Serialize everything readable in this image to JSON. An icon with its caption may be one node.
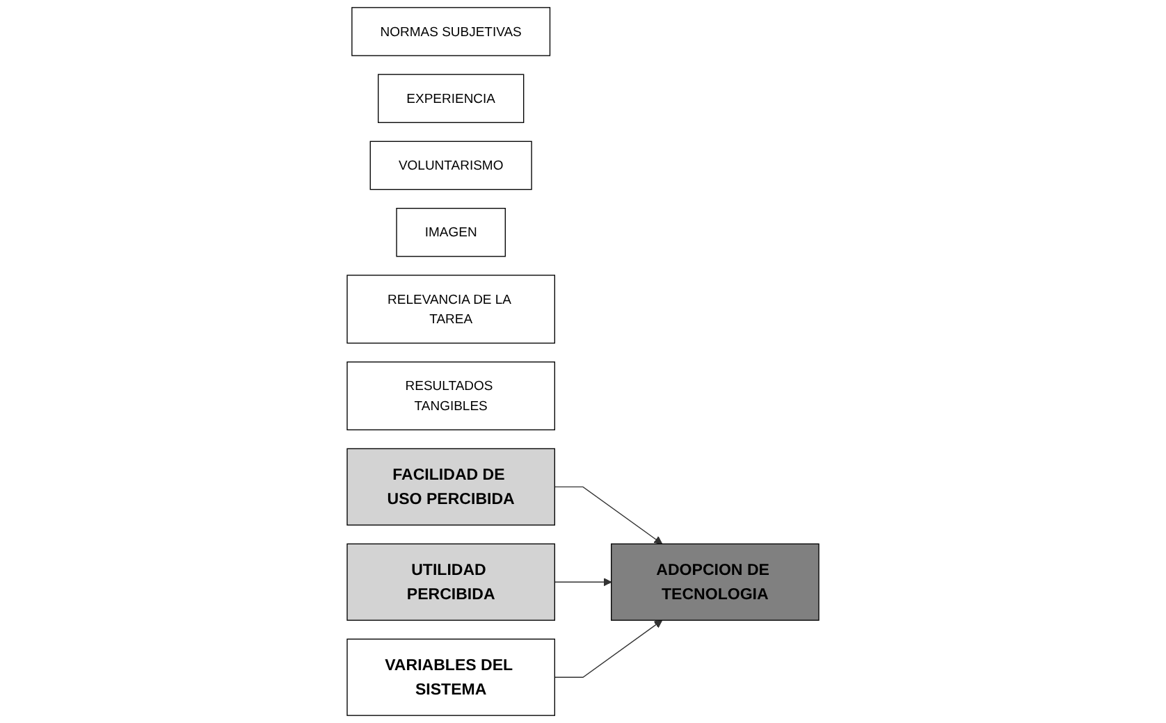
{
  "diagram": {
    "nodes": [
      {
        "text": [
          "NORMAS SUBJETIVAS"
        ]
      },
      {
        "text": [
          "EXPERIENCIA"
        ]
      },
      {
        "text": [
          "VOLUNTARISMO"
        ]
      },
      {
        "text": [
          "IMAGEN"
        ]
      },
      {
        "text": [
          "RELEVANCIA DE LA TAREA"
        ]
      },
      {
        "text": [
          "RESULTADOS TANGIBLES"
        ]
      },
      {
        "text": [
          "FACILIDAD DE USO PERCIBIDA"
        ]
      },
      {
        "text": [
          "UTILIDAD PERCIBIDA"
        ]
      },
      {
        "text": [
          "VARIABLES DEL SISTEMA"
        ]
      },
      {
        "text": [
          "ADOPCION DE TECNOLOGIA"
        ]
      }
    ],
    "edges": [
      {
        "from": 6,
        "to": 9,
        "arrow": "to"
      },
      {
        "from": 7,
        "to": 9,
        "arrow": "to"
      },
      {
        "from": 8,
        "to": 9,
        "arrow": "to"
      }
    ]
  }
}
